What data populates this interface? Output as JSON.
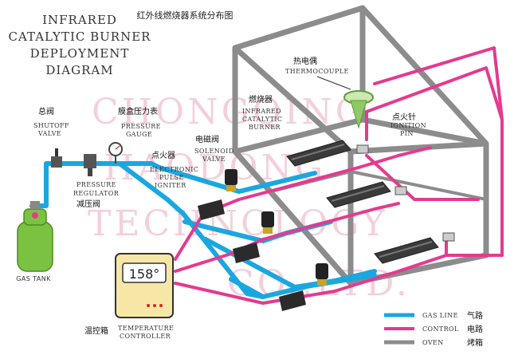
{
  "title": {
    "line1": "INFRARED",
    "line2": "CATALYTIC BURNER",
    "line3": "DEPLOYMENT",
    "line4": "DIAGRAM",
    "chinese": "红外线燃烧器系统分布图"
  },
  "watermark": {
    "line1": "CHONGQING",
    "line2": "HAODONG",
    "line3": "TECHNOLOGY",
    "line4": "CO.,LTD."
  },
  "labels": {
    "shutoff_cn": "总阀",
    "shutoff_en1": "SHUTOFF",
    "shutoff_en2": "VALVE",
    "gauge_cn": "膜盒压力表",
    "gauge_en1": "PRESSURE",
    "gauge_en2": "GAUGE",
    "regulator_en1": "PRESSURE",
    "regulator_en2": "REGULATOR",
    "regulator_cn": "减压阀",
    "igniter_cn": "点火器",
    "igniter_en1": "ELECTRONIC",
    "igniter_en2": "PULSE",
    "igniter_en3": "IGNITER",
    "solenoid_cn": "电磁阀",
    "solenoid_en1": "SOLENOID",
    "solenoid_en2": "VALVE",
    "burner_cn": "燃烧器",
    "burner_en1": "INFRARED",
    "burner_en2": "CATALYTIC",
    "burner_en3": "BURNER",
    "thermo_cn": "热电偶",
    "thermo_en": "THERMOCOUPLE",
    "pin_cn": "点火针",
    "pin_en1": "IGNITION",
    "pin_en2": "PIN",
    "tank_en": "GAS TANK",
    "controller_cn": "温控箱",
    "controller_en1": "TEMPERATURE",
    "controller_en2": "CONTROLLER",
    "display_value": "158°"
  },
  "legend": [
    {
      "en": "GAS LINE",
      "cn": "气路",
      "color": "#1aa7e0"
    },
    {
      "en": "CONTROL",
      "cn": "电路",
      "color": "#e6398f"
    },
    {
      "en": "OVEN",
      "cn": "烤箱",
      "color": "#8c8c8c"
    }
  ],
  "colors": {
    "gas_line": "#1aa7e0",
    "control_line": "#e6398f",
    "oven_frame": "#8c8c8c",
    "tank": "#7cc242",
    "controller_body": "#f6e7a7"
  }
}
